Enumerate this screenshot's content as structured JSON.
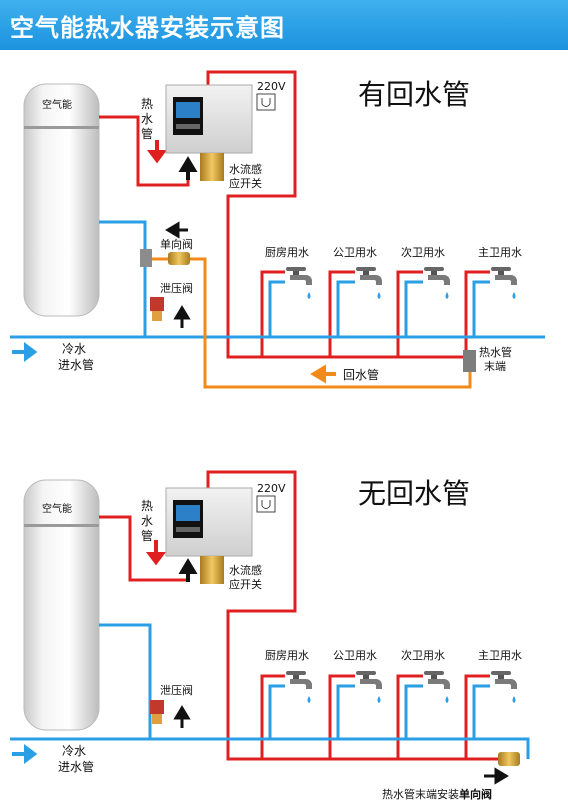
{
  "header": {
    "title": "空气能热水器安装示意图"
  },
  "colors": {
    "hot": "#e02020",
    "cold": "#2a9fe6",
    "return": "#f28a1a",
    "header": "#2a9be4"
  },
  "diagram_with_return": {
    "heading": "有回水管",
    "tank_label": "空气能",
    "voltage": "220V",
    "hot_water_label": [
      "热",
      "水",
      "管"
    ],
    "flow_switch_label": [
      "水流感",
      "应开关"
    ],
    "check_valve_label": "单向阀",
    "relief_valve_label": "泄压阀",
    "cold_inlet_label": [
      "冷水",
      "进水管"
    ],
    "taps": [
      "厨房用水",
      "公卫用水",
      "次卫用水",
      "主卫用水"
    ],
    "hot_end_label": [
      "热水管",
      "末端"
    ],
    "return_label": "回水管"
  },
  "diagram_no_return": {
    "heading": "无回水管",
    "tank_label": "空气能",
    "voltage": "220V",
    "hot_water_label": [
      "热",
      "水",
      "管"
    ],
    "flow_switch_label": [
      "水流感",
      "应开关"
    ],
    "relief_valve_label": "泄压阀",
    "cold_inlet_label": [
      "冷水",
      "进水管"
    ],
    "taps": [
      "厨房用水",
      "公卫用水",
      "次卫用水",
      "主卫用水"
    ],
    "end_valve_label_a": "热水管末端安装",
    "end_valve_label_b": "单向阀"
  }
}
